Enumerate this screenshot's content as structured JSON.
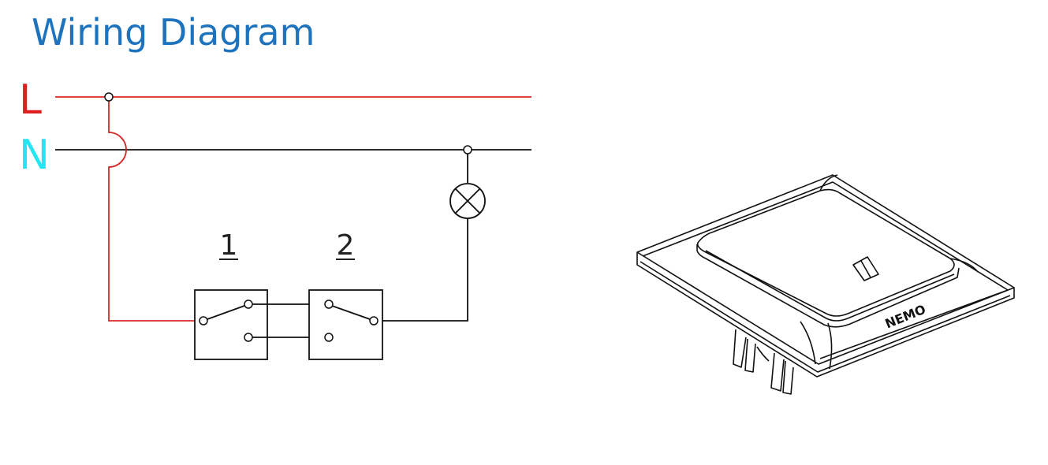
{
  "title": "Wiring Diagram",
  "lines": {
    "live_label": "L",
    "neutral_label": "N"
  },
  "switches": [
    {
      "label": "1"
    },
    {
      "label": "2"
    }
  ],
  "product": {
    "brand": "NEMO"
  },
  "colors": {
    "title": "#1e73be",
    "live": "#e02020",
    "neutral": "#22e6f0",
    "wire": "#111111",
    "live_wire": "#d62828"
  }
}
